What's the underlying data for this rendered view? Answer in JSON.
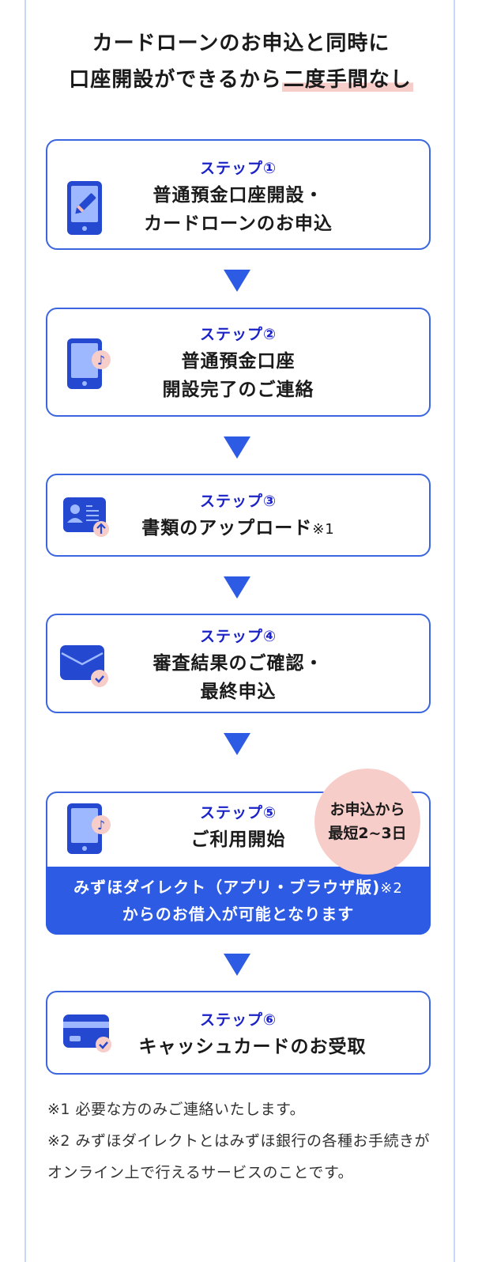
{
  "headline": {
    "line1": "カードローンのお申込と同時に",
    "line2_prefix": "口座開設ができるから",
    "line2_highlight": "二度手間なし"
  },
  "colors": {
    "brand_blue": "#2d5be3",
    "step_label_blue": "#1a22c8",
    "highlight_pink": "#f7cdc9",
    "frame_border": "#c9d6f7"
  },
  "steps": [
    {
      "label": "ステップ①",
      "title_line1": "普通預金口座開設・",
      "title_line2": "カードローンのお申込",
      "icon": "smartphone-pen-icon"
    },
    {
      "label": "ステップ②",
      "title_line1": "普通預金口座",
      "title_line2": "開設完了のご連絡",
      "icon": "smartphone-notification-icon"
    },
    {
      "label": "ステップ③",
      "title_line1": "書類のアップロード",
      "title_note": "※1",
      "icon": "id-card-upload-icon"
    },
    {
      "label": "ステップ④",
      "title_line1": "審査結果のご確認・",
      "title_line2": "最終申込",
      "icon": "envelope-check-icon"
    },
    {
      "label": "ステップ⑤",
      "title_line1": "ご利用開始",
      "icon": "smartphone-notification-icon",
      "band_line1": "みずほダイレクト（アプリ・ブラウザ版)",
      "band_note": "※2",
      "band_line2": "からのお借入が可能となります",
      "badge_line1": "お申込から",
      "badge_line2": "最短2~3日"
    },
    {
      "label": "ステップ⑥",
      "title_line1": "キャッシュカードのお受取",
      "icon": "card-check-icon"
    }
  ],
  "footnotes": [
    "※1 必要な方のみご連絡いたします。",
    "※2 みずほダイレクトとはみずほ銀行の各種お手続きがオンライン上で行えるサービスのことです。"
  ]
}
